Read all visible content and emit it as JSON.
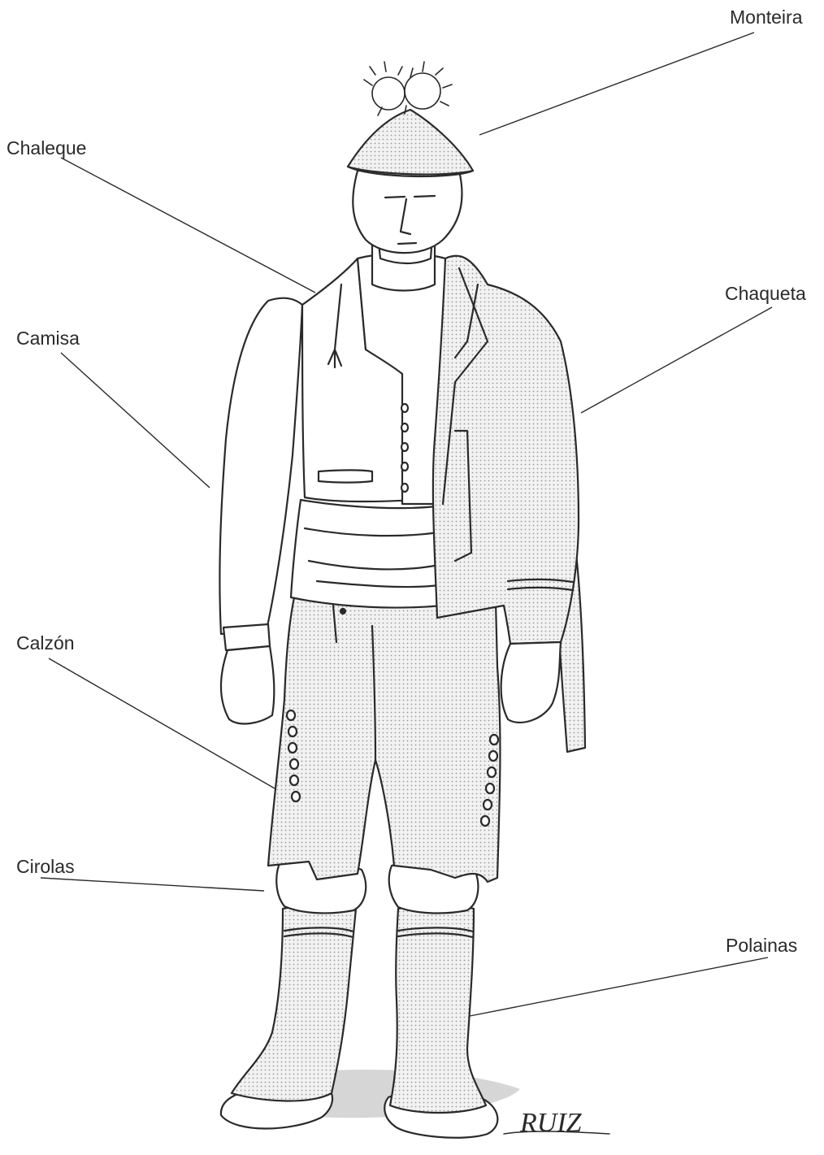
{
  "labels": {
    "monteira": "Monteira",
    "chaleque": "Chaleque",
    "chaqueta": "Chaqueta",
    "camisa": "Camisa",
    "calzon": "Calzón",
    "cirolas": "Cirolas",
    "polainas": "Polainas"
  },
  "signature": "RUIZ",
  "colors": {
    "ink": "#2a2a2a",
    "fabric": "#e6e6e6",
    "paper": "#ffffff"
  }
}
